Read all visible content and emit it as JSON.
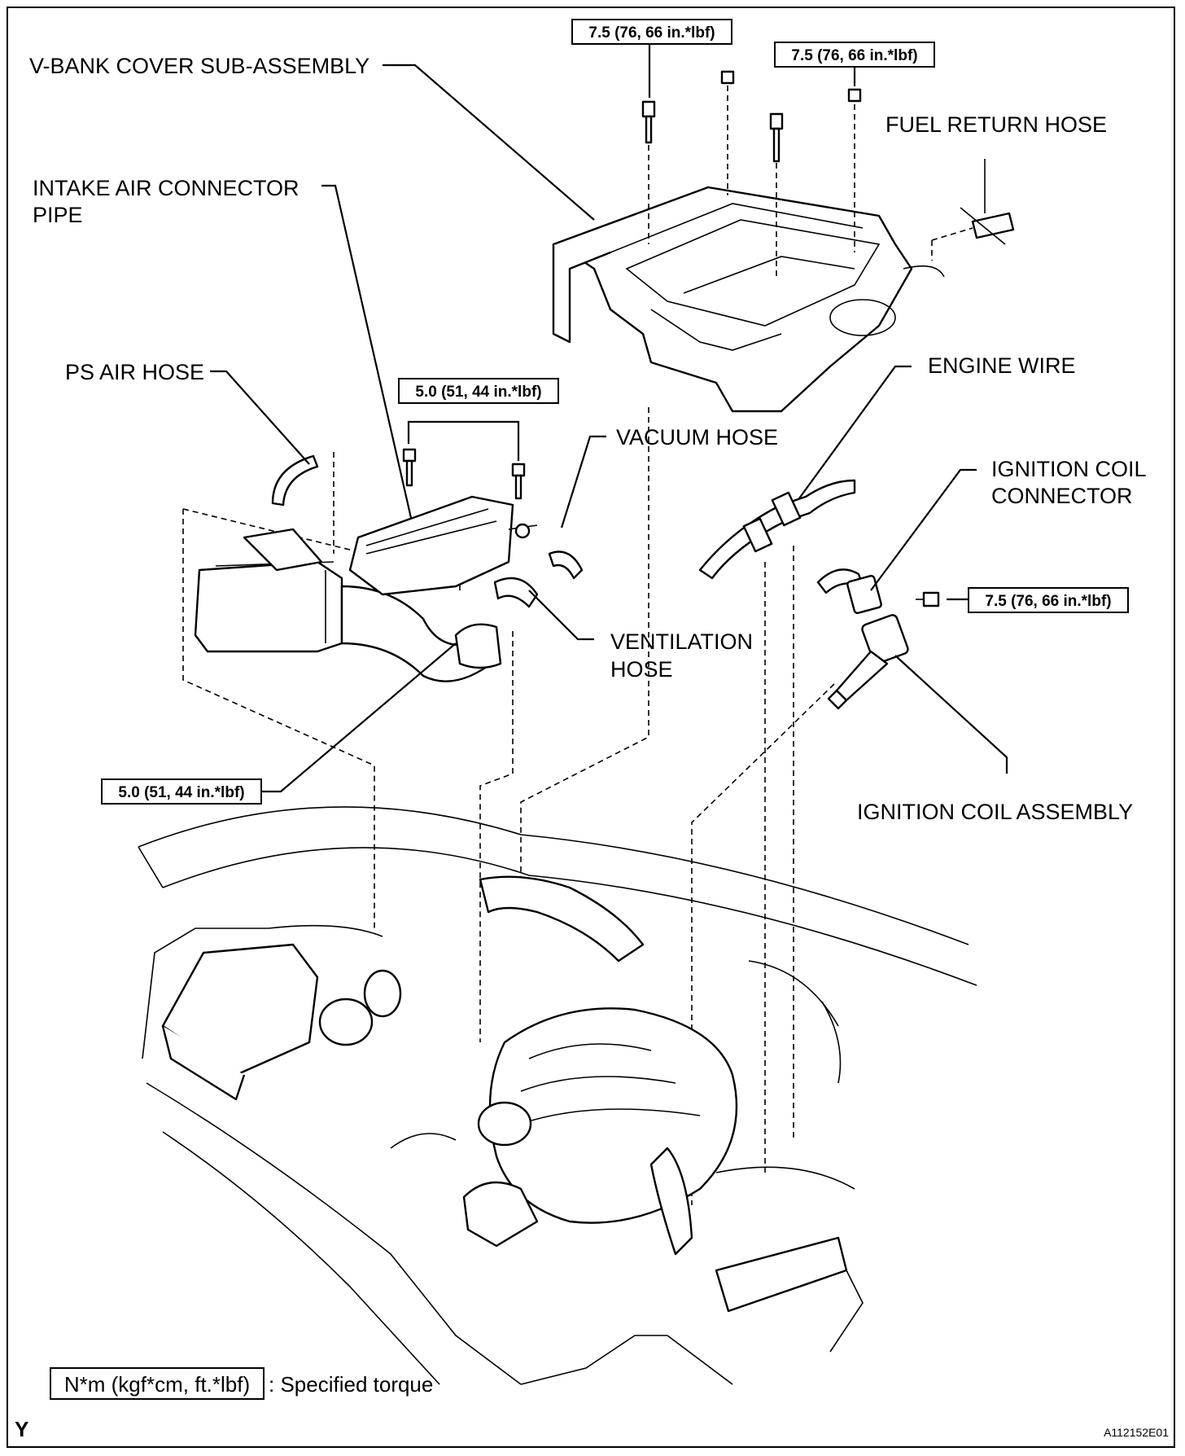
{
  "labels": {
    "v_bank_cover": "V-BANK COVER SUB-ASSEMBLY",
    "intake_air_connector_line1": "INTAKE AIR CONNECTOR",
    "intake_air_connector_line2": "PIPE",
    "ps_air_hose": "PS AIR HOSE",
    "fuel_return_hose": "FUEL RETURN HOSE",
    "engine_wire": "ENGINE WIRE",
    "vacuum_hose": "VACUUM HOSE",
    "ignition_coil_connector_line1": "IGNITION COIL",
    "ignition_coil_connector_line2": "CONNECTOR",
    "ventilation_hose_line1": "VENTILATION",
    "ventilation_hose_line2": "HOSE",
    "ignition_coil_assembly": "IGNITION COIL ASSEMBLY"
  },
  "torque_specs": {
    "cover_left": "7.5 (76, 66 in.*lbf)",
    "cover_right": "7.5 (76, 66 in.*lbf)",
    "intake_pipe": "5.0 (51, 44 in.*lbf)",
    "intake_clamp": "5.0 (51, 44 in.*lbf)",
    "ignition_coil": "7.5 (76, 66 in.*lbf)"
  },
  "legend": {
    "unit_box": "N*m (kgf*cm, ft.*lbf)",
    "description": ": Specified torque"
  },
  "footer": {
    "corner_mark": "Y",
    "figure_code": "A112152E01"
  }
}
